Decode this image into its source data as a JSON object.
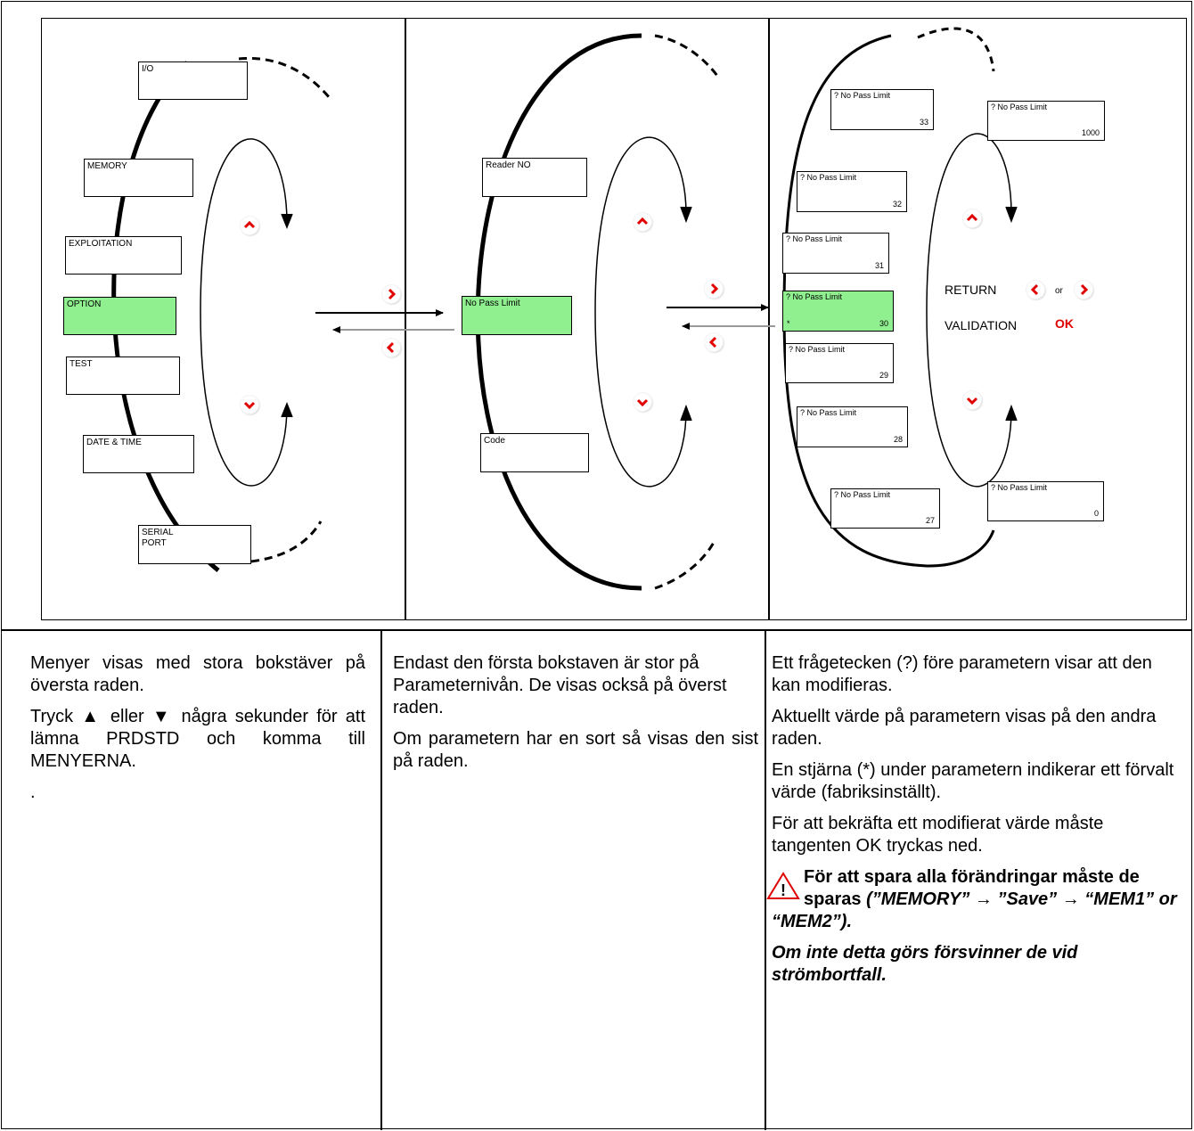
{
  "panel1": {
    "items": [
      {
        "label": "I/O",
        "highlighted": false
      },
      {
        "label": "MEMORY",
        "highlighted": false
      },
      {
        "label": "EXPLOITATION",
        "highlighted": false
      },
      {
        "label": "OPTION",
        "highlighted": true
      },
      {
        "label": "TEST",
        "highlighted": false
      },
      {
        "label": "DATE & TIME",
        "highlighted": false
      },
      {
        "label": "SERIAL\nPORT",
        "highlighted": false
      }
    ]
  },
  "panel2": {
    "items": [
      {
        "label": "Reader NO",
        "highlighted": false
      },
      {
        "label": "No Pass Limit",
        "highlighted": true
      },
      {
        "label": "Code",
        "highlighted": false
      }
    ]
  },
  "panel3": {
    "param_label": "? No Pass Limit",
    "values": [
      "33",
      "1000",
      "32",
      "31",
      "30",
      "29",
      "28",
      "27",
      "0"
    ],
    "default_marker": "*",
    "return_label": "RETURN",
    "or_label": "or",
    "validation_label": "VALIDATION",
    "ok_label": "OK"
  },
  "icons": {
    "up": "chevron-up-icon",
    "down": "chevron-down-icon",
    "left": "chevron-left-icon",
    "right": "chevron-right-icon",
    "warning": "warning-triangle-icon"
  },
  "colors": {
    "highlight": "#90f090",
    "accent_red": "#e00000"
  },
  "text": {
    "col1": {
      "p1": "Menyer visas med stora bokstäver på översta raden.",
      "p2": "Tryck ▲ eller ▼ några sekunder för att lämna PRDSTD och komma till MENYERNA.",
      "p3": "."
    },
    "col2": {
      "p1": "Endast den första bokstaven är stor på Parameternivån. De visas också på överst raden.",
      "p2": "Om parametern har en sort så visas den sist på raden."
    },
    "col3": {
      "p1": "Ett frågetecken (?) före parametern visar att den kan modifieras.",
      "p2": "Aktuellt värde på parametern visas på den andra raden.",
      "p3": "En stjärna (*) under parametern indikerar ett förvalt värde (fabriksinställt).",
      "p4": "För att bekräfta ett modifierat värde måste tangenten OK tryckas ned.",
      "warn_bold": "För att spara alla förändringar måste de sparas",
      "warn_italic": "(”MEMORY” → ”Save” → “MEM1” or “MEM2”).",
      "p6": "Om inte detta görs försvinner de vid strömbortfall."
    }
  }
}
